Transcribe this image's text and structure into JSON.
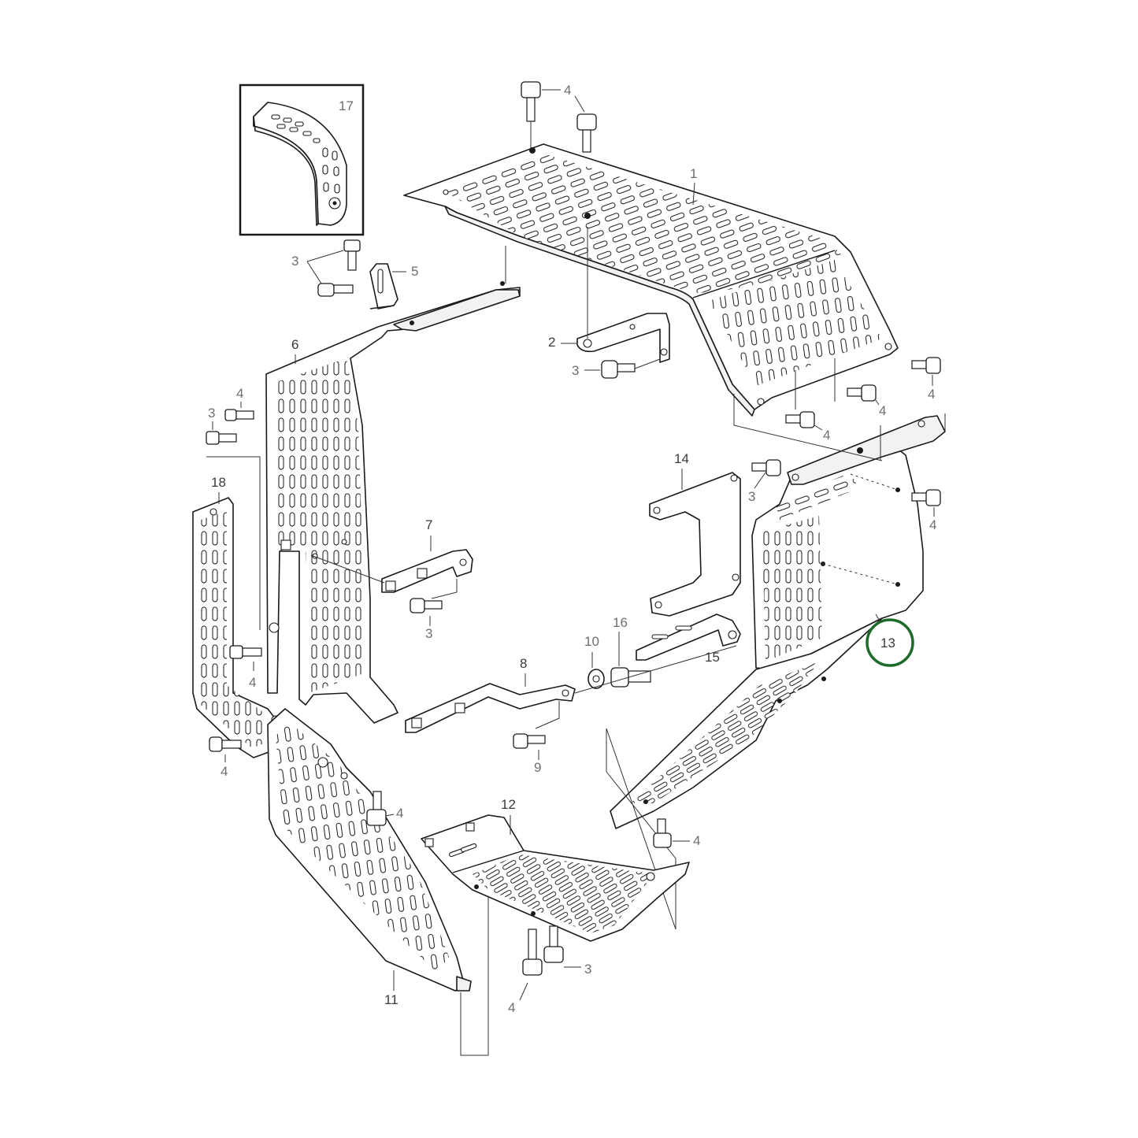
{
  "diagram": {
    "inset_label": "17",
    "highlighted_callout": "13",
    "colors": {
      "line": "#1a1a1a",
      "callout_text": "#6e6e6e",
      "highlight_ring": "#1d6b2a",
      "background": "#ffffff"
    },
    "callouts": {
      "c1": "1",
      "c2": "2",
      "c3a": "3",
      "c3b": "3",
      "c3c": "3",
      "c3d": "3",
      "c3e": "3",
      "c3f": "3",
      "c4a": "4",
      "c4b": "4",
      "c4c": "4",
      "c4d": "4",
      "c4e": "4",
      "c4f": "4",
      "c4g": "4",
      "c4h": "4",
      "c4i": "4",
      "c4j": "4",
      "c4k": "4",
      "c5": "5",
      "c6": "6",
      "c7": "7",
      "c8": "8",
      "c9": "9",
      "c10": "10",
      "c11": "11",
      "c12": "12",
      "c14": "14",
      "c15": "15",
      "c16": "16",
      "c18": "18"
    }
  }
}
